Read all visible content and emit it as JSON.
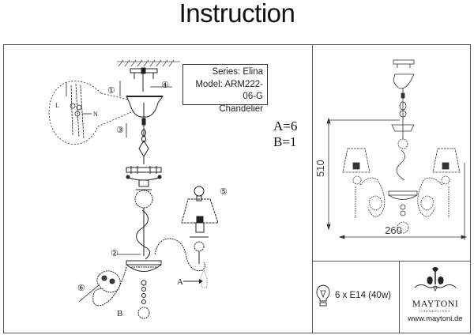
{
  "page": {
    "title": "Instruction"
  },
  "product": {
    "series": "Series: Elina",
    "model": "Model: ARM222-06-G",
    "type": "Chandelier"
  },
  "parts": {
    "a_count": "A=6",
    "b_count": "B=1"
  },
  "callouts": {
    "c1": "①",
    "c2": "②",
    "c3": "③",
    "c4": "④",
    "c5": "⑤",
    "c6": "⑥",
    "label_a": "A",
    "label_b": "B",
    "wire_l": "L",
    "wire_n": "N"
  },
  "dimensions": {
    "height": "510",
    "width": "260"
  },
  "lamp": {
    "icon": "light-bulb-icon",
    "spec": "6 x E14 (40w)"
  },
  "brand": {
    "name": "MAYTONI",
    "subtitle": "CHANDELIERS",
    "url": "www.maytoni.de",
    "icon": "maytoni-logo-icon"
  }
}
